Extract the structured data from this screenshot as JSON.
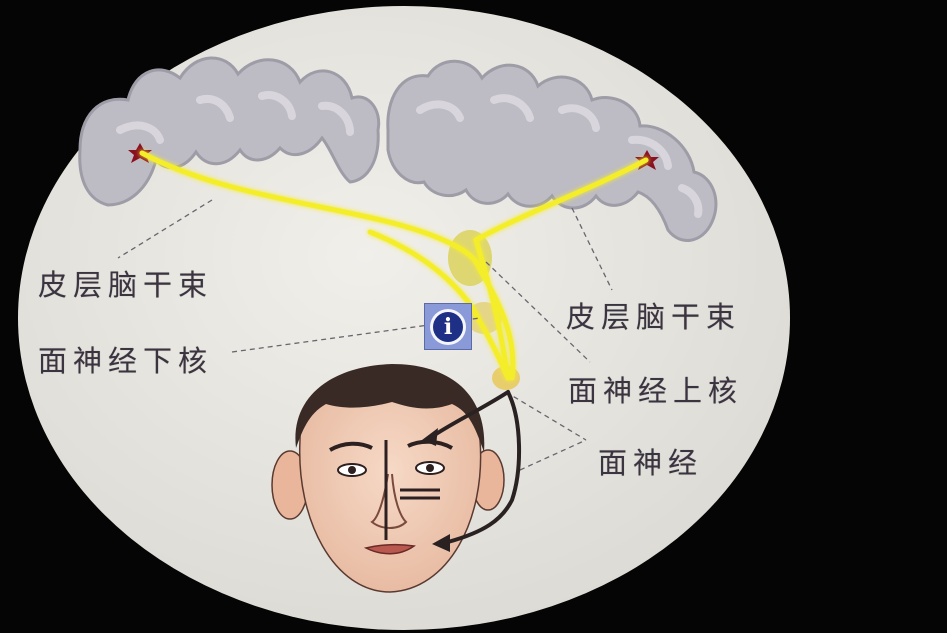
{
  "labels": {
    "left_tract": "皮层脑干束",
    "right_tract": "皮层脑干束",
    "lower_nucleus": "面神经下核",
    "upper_nucleus": "面神经上核",
    "facial_nerve": "面神经"
  },
  "info_button": {
    "glyph": "i",
    "icon": "info-icon"
  },
  "colors": {
    "background": "#050505",
    "disc": "#e9e7e1",
    "cortex": "#bcbac2",
    "pathway": "#f4ee2c",
    "nerve": "#2a2222",
    "label_text": "#3a3440"
  }
}
